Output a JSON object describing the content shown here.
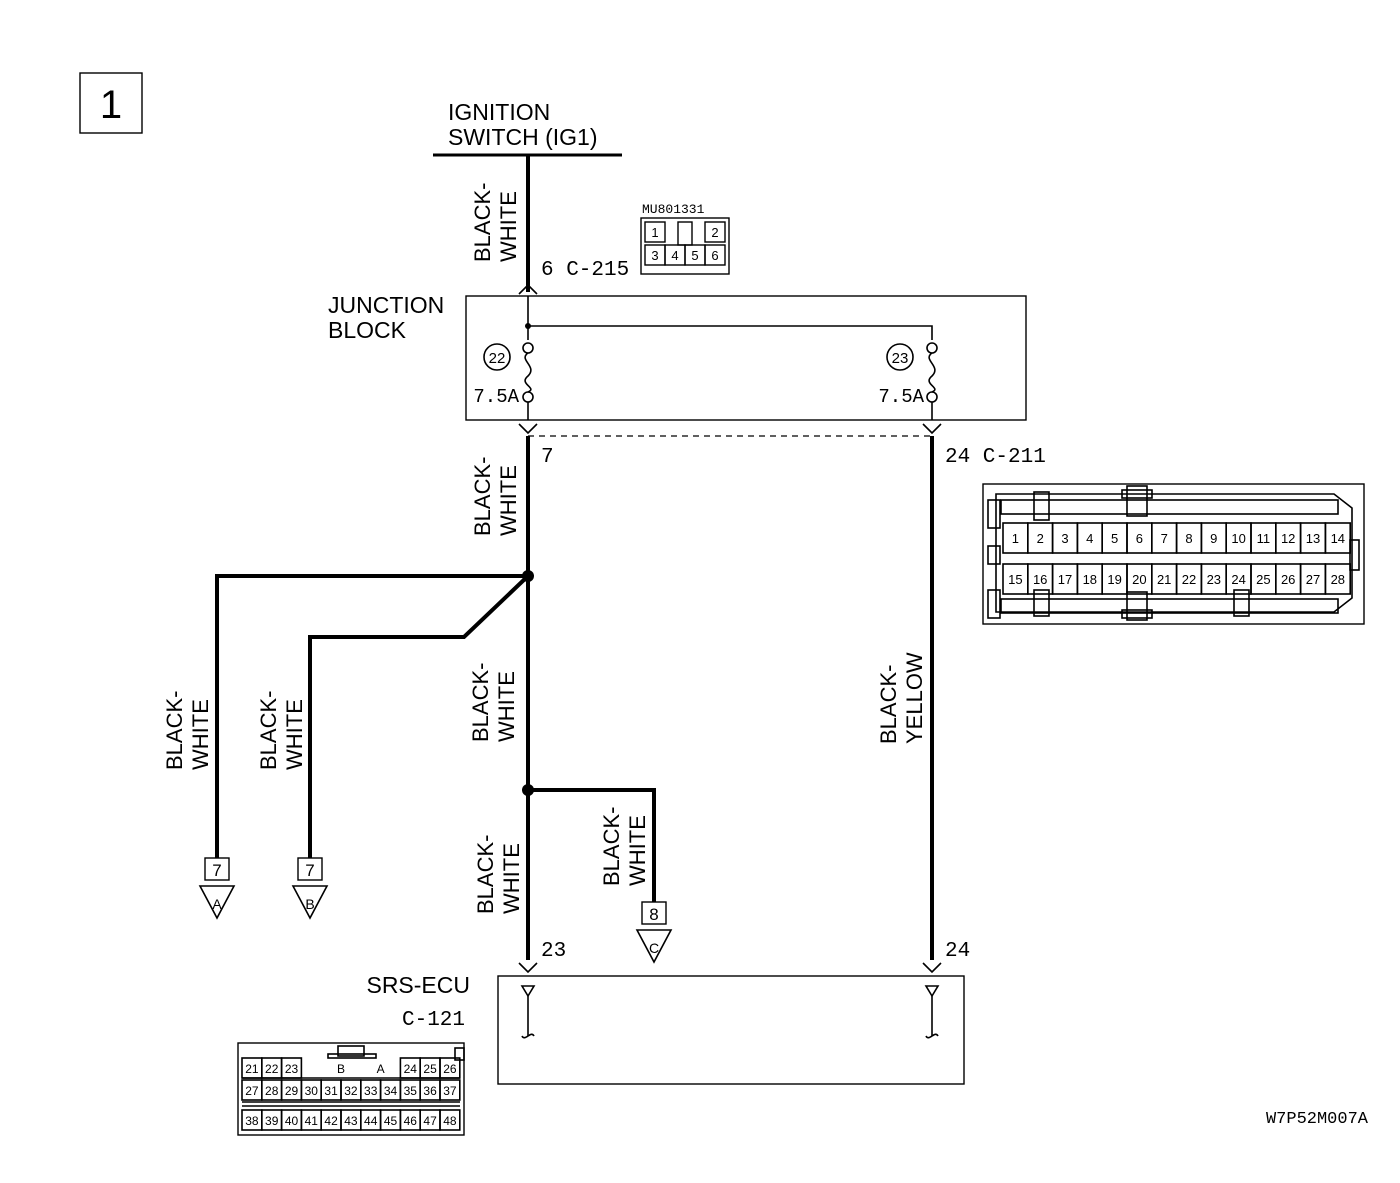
{
  "page_number": "1",
  "power_source": {
    "line1": "IGNITION",
    "line2": "SWITCH (IG1)"
  },
  "junction_block": {
    "line1": "JUNCTION",
    "line2": "BLOCK",
    "fuses": [
      {
        "number": "22",
        "rating": "7.5A"
      },
      {
        "number": "23",
        "rating": "7.5A"
      }
    ]
  },
  "connectors": {
    "c215": {
      "label": "6 C-215",
      "part_number": "MU801331",
      "pins": [
        "1",
        "2",
        "3",
        "4",
        "5",
        "6"
      ]
    },
    "c211": {
      "label_left": "7",
      "label_right": "24 C-211",
      "pins_top": [
        "1",
        "2",
        "3",
        "4",
        "5",
        "6",
        "7",
        "8",
        "9",
        "10",
        "11",
        "12",
        "13",
        "14"
      ],
      "pins_bottom": [
        "15",
        "16",
        "17",
        "18",
        "19",
        "20",
        "21",
        "22",
        "23",
        "24",
        "25",
        "26",
        "27",
        "28"
      ]
    },
    "c121": {
      "pins_row1": [
        "21",
        "22",
        "23",
        "B",
        "A",
        "24",
        "25",
        "26"
      ],
      "pins_row2": [
        "27",
        "28",
        "29",
        "30",
        "31",
        "32",
        "33",
        "34",
        "35",
        "36",
        "37"
      ],
      "pins_row3": [
        "38",
        "39",
        "40",
        "41",
        "42",
        "43",
        "44",
        "45",
        "46",
        "47",
        "48"
      ]
    }
  },
  "wires": {
    "w1": {
      "line1": "BLACK-",
      "line2": "WHITE"
    },
    "w2": {
      "line1": "BLACK-",
      "line2": "WHITE"
    },
    "w3": {
      "line1": "BLACK-",
      "line2": "WHITE"
    },
    "w4": {
      "line1": "BLACK-",
      "line2": "WHITE"
    },
    "w5": {
      "line1": "BLACK-",
      "line2": "WHITE"
    },
    "w6": {
      "line1": "BLACK-",
      "line2": "WHITE"
    },
    "w7": {
      "line1": "BLACK-",
      "line2": "WHITE"
    },
    "w8": {
      "line1": "BLACK-",
      "line2": "YELLOW"
    }
  },
  "offpage": [
    {
      "number": "7",
      "letter": "A"
    },
    {
      "number": "7",
      "letter": "B"
    },
    {
      "number": "8",
      "letter": "C"
    }
  ],
  "srs_ecu": {
    "name": "SRS-ECU",
    "connector": "C-121",
    "pin_left": "23",
    "pin_right": "24"
  },
  "figure_code": "W7P52M007A"
}
